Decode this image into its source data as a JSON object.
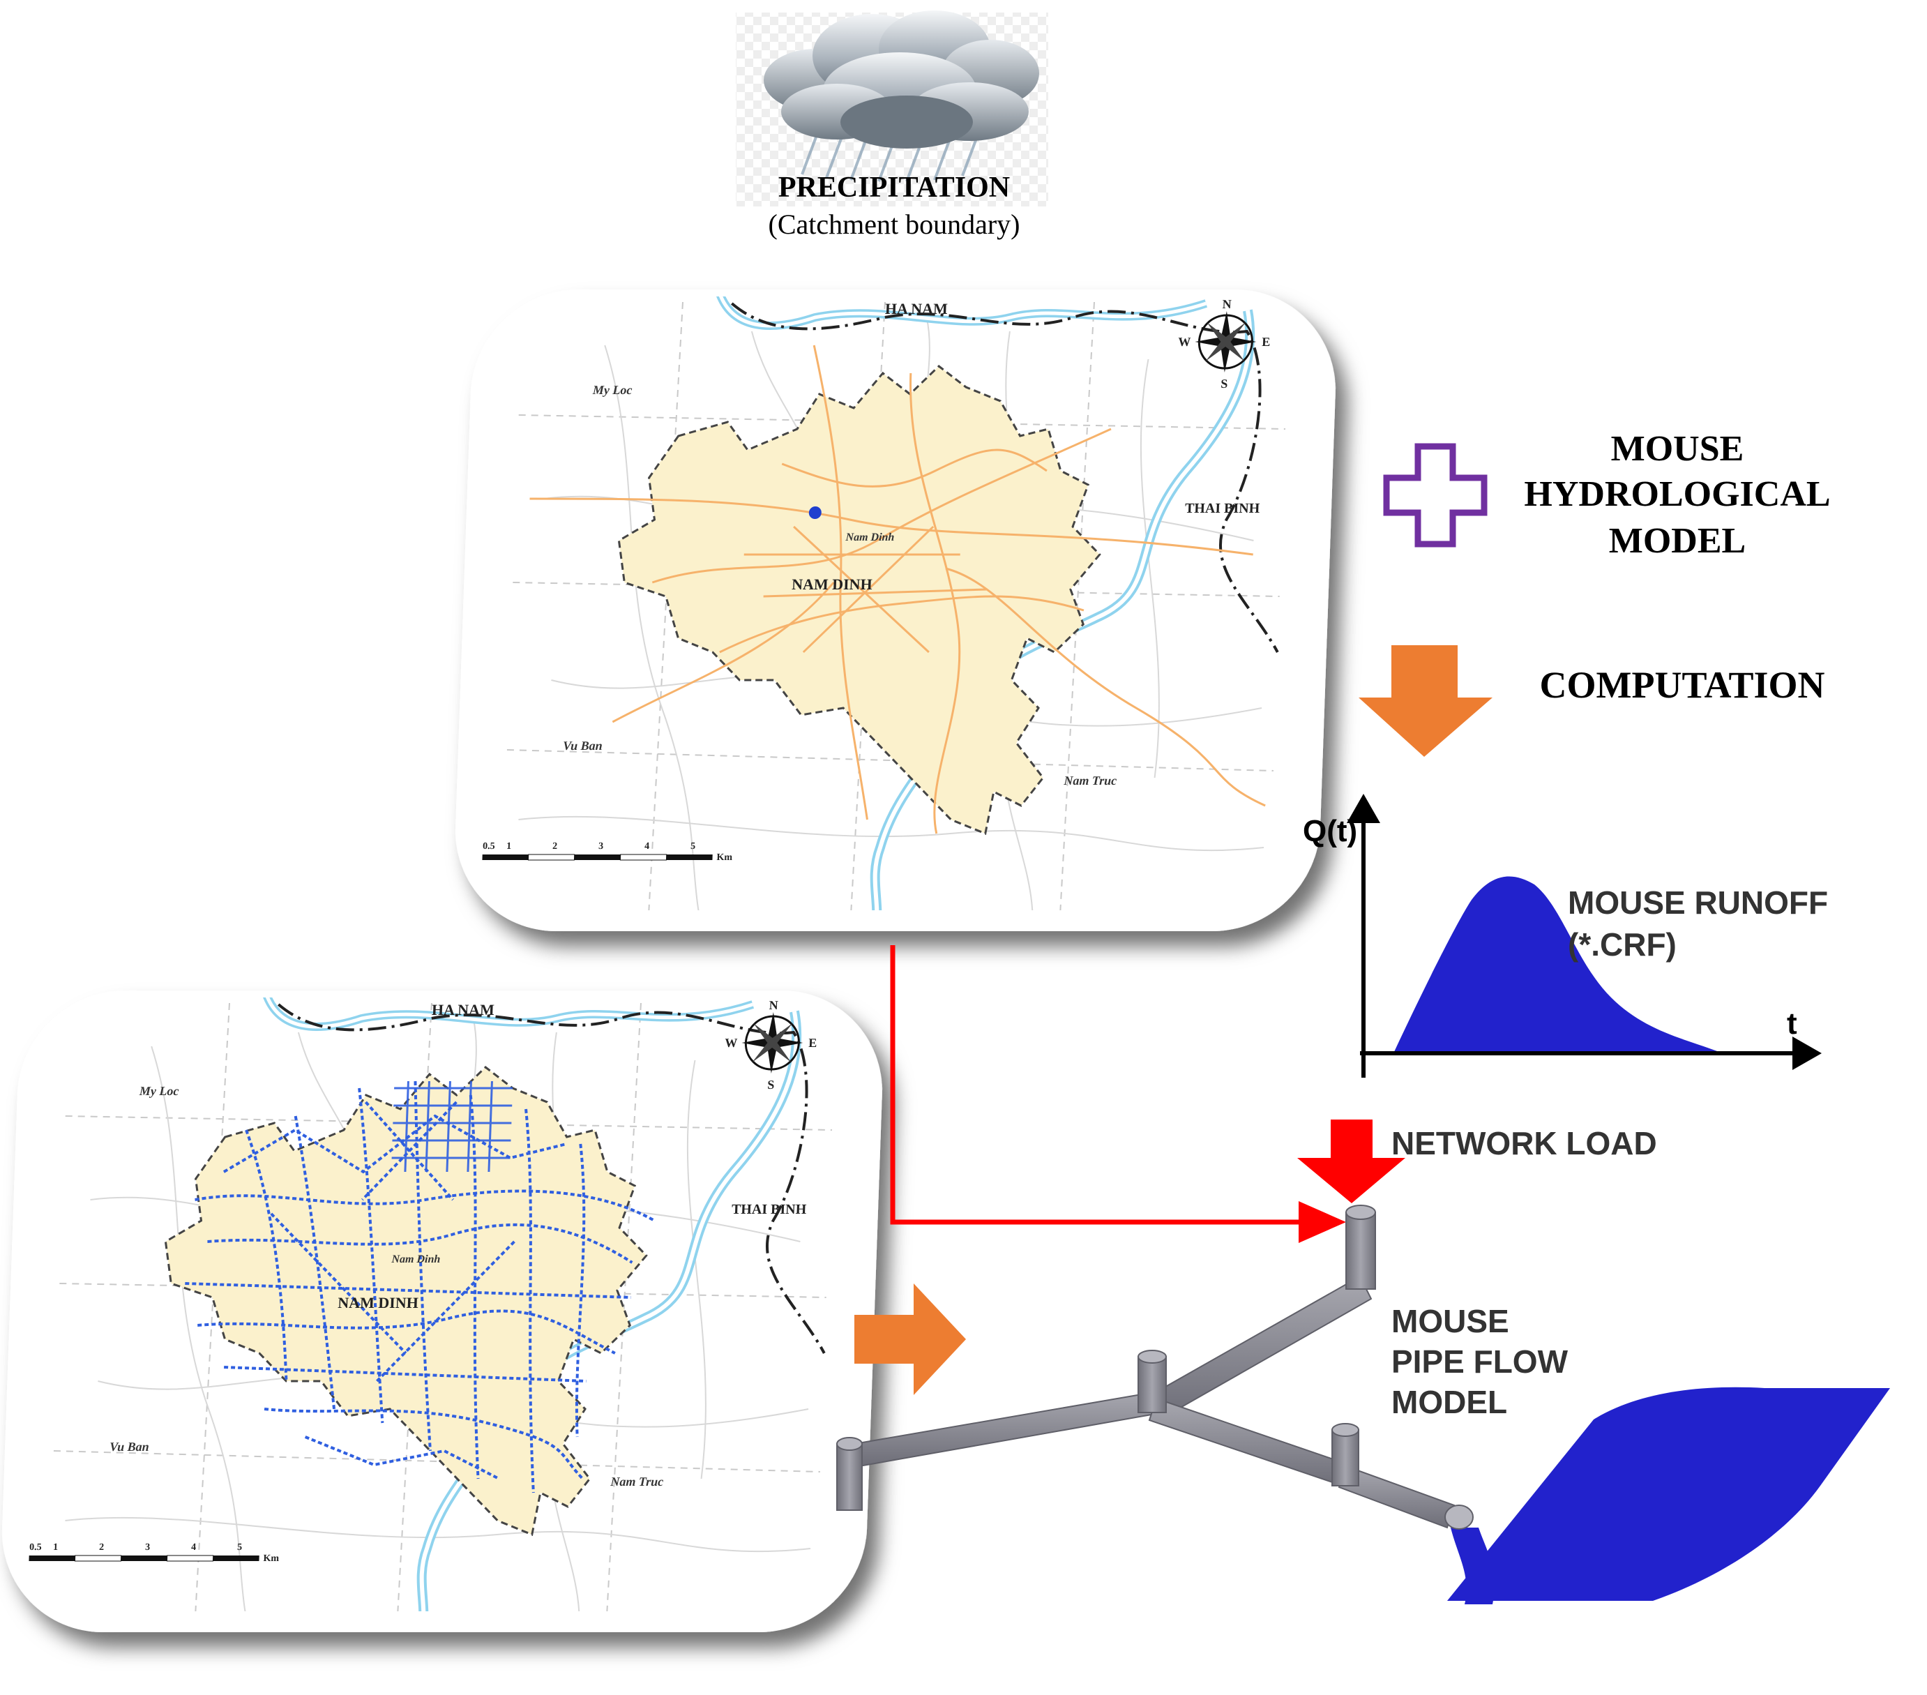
{
  "precipitation": {
    "title": "PRECIPITATION",
    "subtitle": "(Catchment boundary)",
    "icon": "rain-cloud-icon"
  },
  "hydrological_model": {
    "line1": "MOUSE",
    "line2": "HYDROLOGICAL",
    "line3": "MODEL",
    "plus_color": "#7030a0"
  },
  "computation": {
    "label": "COMPUTATION",
    "arrow_color": "#ed7d31"
  },
  "runoff_graph": {
    "y_axis": "Q(t)",
    "x_axis": "t",
    "label_line1": "MOUSE RUNOFF",
    "label_line2": "(*.CRF)",
    "fill_color": "#2222cc"
  },
  "network_load": {
    "label": "NETWORK LOAD",
    "arrow_color": "#ff0000"
  },
  "pipe_flow_model": {
    "line1": "MOUSE",
    "line2": "PIPE FLOW",
    "line3": "MODEL",
    "pipe_color": "#8c8c96"
  },
  "map_top": {
    "labels": {
      "ha_nam": "HA NAM",
      "my_loc": "My Loc",
      "thai_binh": "THAI BINH",
      "nam_dinh_city": "Nam Dinh",
      "nam_dinh": "NAM DINH",
      "vu_ban": "Vu Ban",
      "nam_truc": "Nam Truc"
    },
    "compass": {
      "n": "N",
      "s": "S",
      "e": "E",
      "w": "W"
    },
    "scale": {
      "t0": "0.5",
      "t1": "1",
      "t2": "2",
      "t3": "3",
      "t4": "4",
      "t5": "5",
      "unit": "Km"
    }
  },
  "map_bottom": {
    "labels": {
      "ha_nam": "HA NAM",
      "my_loc": "My Loc",
      "thai_binh": "THAI BINH",
      "nam_dinh_city": "Nam Dinh",
      "nam_dinh": "NAM DINH",
      "vu_ban": "Vu Ban",
      "nam_truc": "Nam Truc"
    },
    "compass": {
      "n": "N",
      "s": "S",
      "e": "E",
      "w": "W"
    },
    "scale": {
      "t0": "0.5",
      "t1": "1",
      "t2": "2",
      "t3": "3",
      "t4": "4",
      "t5": "5",
      "unit": "Km"
    }
  }
}
